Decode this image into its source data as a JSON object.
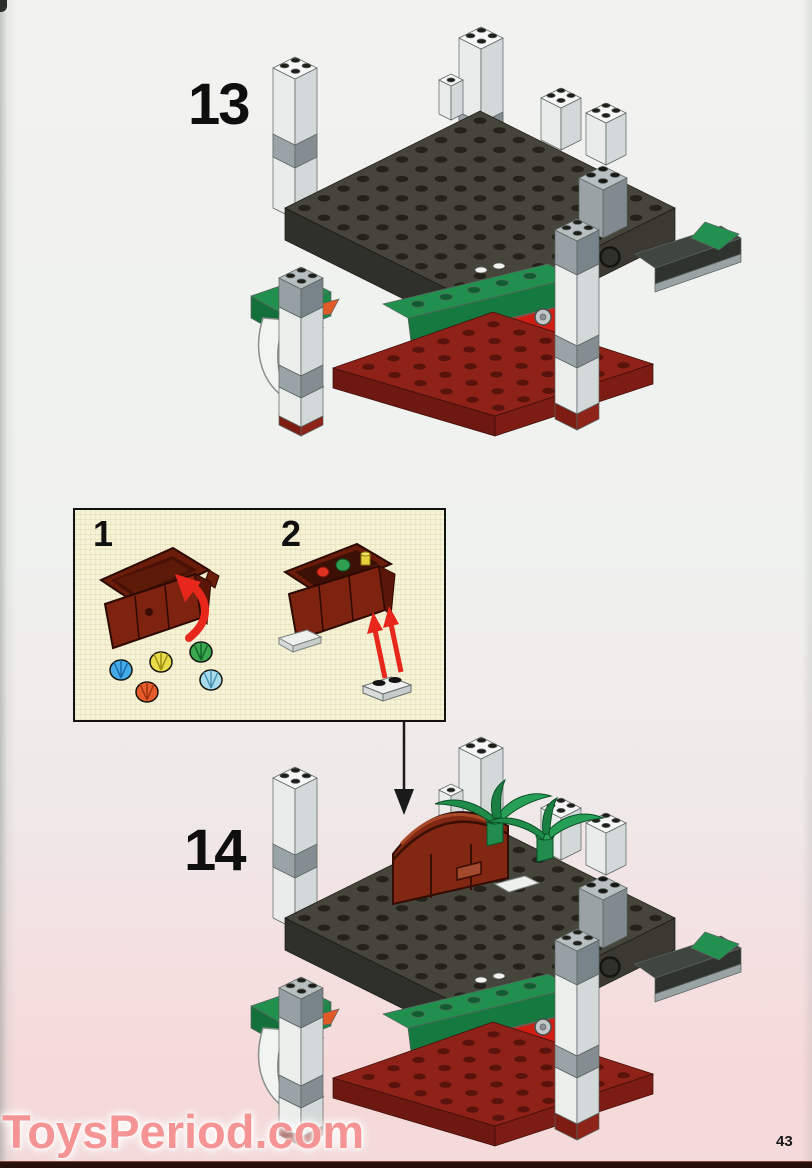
{
  "page": {
    "number": "43",
    "watermark": "ToysPeriod.com",
    "watermark_color": "#f49494",
    "background_top": "#f2f3f1",
    "background_bottom": "#f3dada",
    "bottom_stripe_color": "#241008"
  },
  "steps": {
    "step13": {
      "label": "13"
    },
    "step14": {
      "label": "14"
    }
  },
  "inset": {
    "background": "#f6f2d8",
    "border_color": "#121212",
    "substeps": {
      "one": {
        "label": "1"
      },
      "two": {
        "label": "2"
      }
    }
  },
  "icons": {
    "connector": "down-arrow-icon",
    "lid_open": "curved-red-arrow-icon",
    "attach": "red-up-arrows-icon"
  },
  "colors": {
    "plate_dark_gray": "#45453c",
    "stud_black": "#23231c",
    "pillar_white": "#eceeec",
    "pillar_shade": "#d3d9d8",
    "pillar_gray": "#97a0a4",
    "brick_green": "#1f8c4a",
    "brick_red": "#e6251a",
    "base_dark_red": "#8e2218",
    "chest_brown": "#7e2310",
    "arrow_red": "#e8271c",
    "leaf_green": "#27a057",
    "gem_blue": "#44aae8",
    "gem_yellow": "#e8dc48",
    "gem_orange": "#e85c2c",
    "gem_green": "#3aa84e",
    "gem_lightblue": "#a8dcec"
  }
}
